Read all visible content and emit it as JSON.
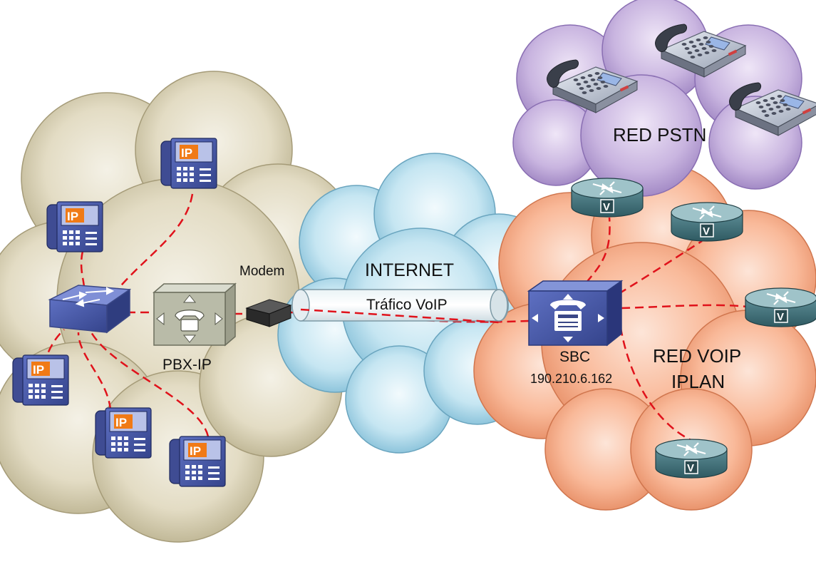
{
  "labels": {
    "internet": "INTERNET",
    "voip_traffic": "Tráfico VoIP",
    "modem": "Modem",
    "pbx": "PBX-IP",
    "sbc": "SBC",
    "sbc_ip": "190.210.6.162",
    "red_pstn": "RED PSTN",
    "red_voip_line1": "RED VOIP",
    "red_voip_line2": "IPLAN",
    "ip_phone_badge": "IP",
    "voip_router_badge": "V"
  },
  "colors": {
    "lan_cloud": "#e0d8bf",
    "internet_cloud": "#bfe0ee",
    "voip_cloud": "#f8b898",
    "pstn_cloud": "#c8b4e0",
    "link_dashed": "#e0121b",
    "device_blue": "#4a5aa8",
    "router_teal": "#3f6f78",
    "ip_badge": "#f07a16"
  },
  "icons": [
    "ip-phone-icon",
    "switch-icon",
    "pbx-icon",
    "modem-icon",
    "sbc-icon",
    "voip-router-icon",
    "pstn-phone-icon",
    "tunnel-icon"
  ]
}
